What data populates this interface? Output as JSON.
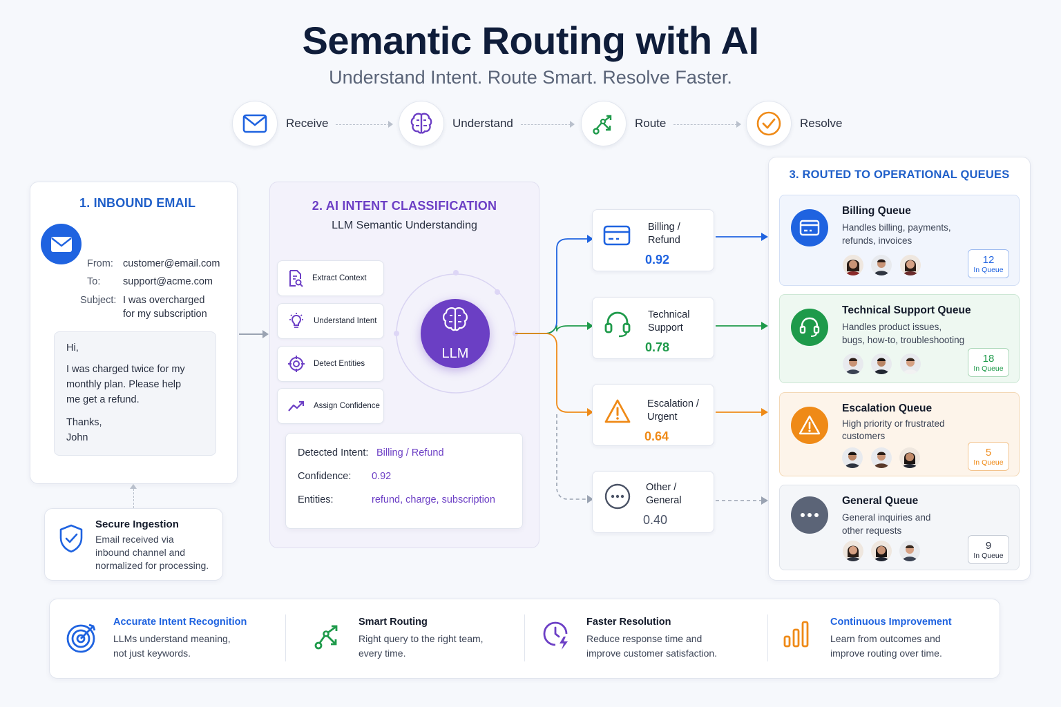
{
  "header": {
    "title": "Semantic Routing with AI",
    "subtitle": "Understand Intent. Route Smart. Resolve Faster."
  },
  "steps": [
    {
      "label": "Receive",
      "icon": "envelope-icon"
    },
    {
      "label": "Understand",
      "icon": "brain-icon"
    },
    {
      "label": "Route",
      "icon": "route-icon"
    },
    {
      "label": "Resolve",
      "icon": "check-circle-icon"
    }
  ],
  "inbound": {
    "title": "1. INBOUND EMAIL",
    "from_label": "From:",
    "from": "customer@email.com",
    "to_label": "To:",
    "to": "support@acme.com",
    "subject_label": "Subject:",
    "subject_line1": "I was overcharged",
    "subject_line2": "for my subscription",
    "body": {
      "greeting": "Hi,",
      "line1": "I was charged twice for my",
      "line2": "monthly plan. Please help",
      "line3": "me get a refund.",
      "signoff": "Thanks,",
      "name": "John"
    }
  },
  "ingestion": {
    "title": "Secure Ingestion",
    "line1": "Email received via",
    "line2": "inbound channel and",
    "line3": "normalized for processing."
  },
  "classification": {
    "title": "2. AI INTENT CLASSIFICATION",
    "subtitle": "LLM Semantic Understanding",
    "llm_label": "LLM",
    "tasks": [
      "Extract Context",
      "Understand Intent",
      "Detect Entities",
      "Assign Confidence"
    ],
    "result": {
      "intent_label": "Detected Intent:",
      "intent": "Billing / Refund",
      "confidence_label": "Confidence:",
      "confidence": "0.92",
      "entities_label": "Entities:",
      "entities": "refund, charge, subscription"
    }
  },
  "routes": [
    {
      "line1": "Billing /",
      "line2": "Refund",
      "score": "0.92",
      "color": "#1f63e0"
    },
    {
      "line1": "Technical",
      "line2": "Support",
      "score": "0.78",
      "color": "#1e9a4a"
    },
    {
      "line1": "Escalation /",
      "line2": "Urgent",
      "score": "0.64",
      "color": "#ef8a17"
    },
    {
      "line1": "Other /",
      "line2": "General",
      "score": "0.40",
      "color": "#4b5366"
    }
  ],
  "queues": {
    "title": "3. ROUTED TO OPERATIONAL QUEUES",
    "items": [
      {
        "name": "Billing Queue",
        "desc1": "Handles billing, payments,",
        "desc2": "refunds, invoices",
        "count": "12",
        "unit": "In Queue",
        "color": "#1f63e0"
      },
      {
        "name": "Technical Support Queue",
        "desc1": "Handles product issues,",
        "desc2": "bugs, how-to, troubleshooting",
        "count": "18",
        "unit": "In Queue",
        "color": "#1e9a4a"
      },
      {
        "name": "Escalation Queue",
        "desc1": "High priority or frustrated",
        "desc2": "customers",
        "count": "5",
        "unit": "In Queue",
        "color": "#ef8a17"
      },
      {
        "name": "General Queue",
        "desc1": "General inquiries and",
        "desc2": "other requests",
        "count": "9",
        "unit": "In Queue",
        "color": "#4b5366"
      }
    ]
  },
  "features": [
    {
      "title": "Accurate Intent Recognition",
      "line1": "LLMs understand meaning,",
      "line2": "not just keywords.",
      "title_color": "#1f63e0"
    },
    {
      "title": "Smart Routing",
      "line1": "Right query to the right team,",
      "line2": "every time.",
      "title_color": "#131a2a"
    },
    {
      "title": "Faster Resolution",
      "line1": "Reduce response time and",
      "line2": "improve customer satisfaction.",
      "title_color": "#131a2a"
    },
    {
      "title": "Continuous Improvement",
      "line1": "Learn from outcomes and",
      "line2": "improve routing over time.",
      "title_color": "#1f63e0"
    }
  ]
}
